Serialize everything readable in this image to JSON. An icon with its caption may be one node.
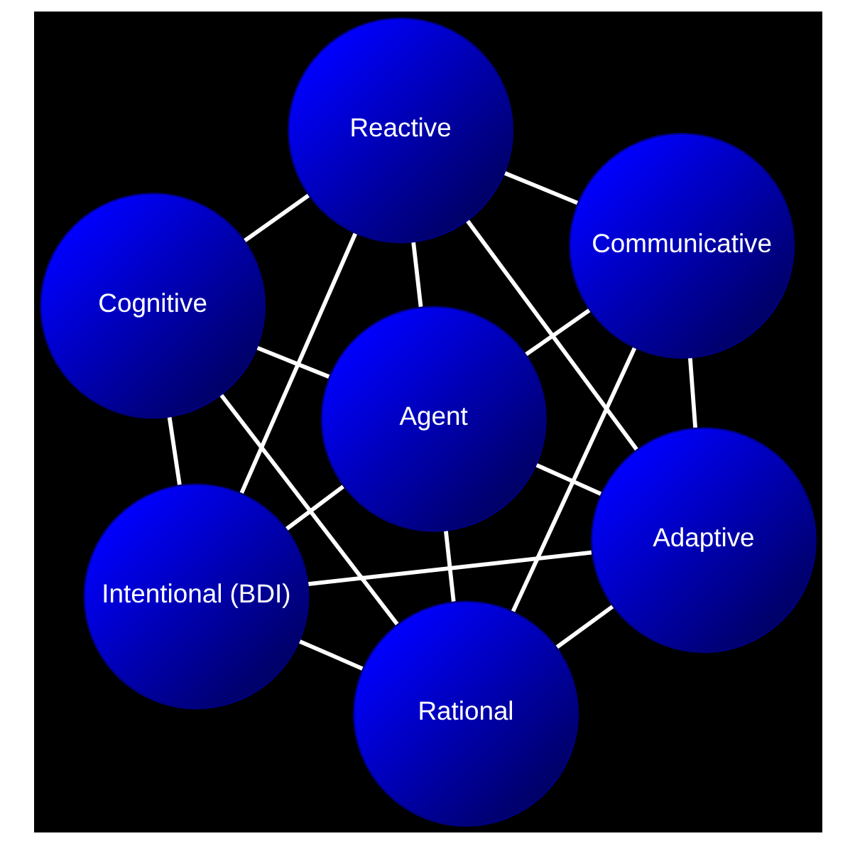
{
  "diagram": {
    "nodes": [
      {
        "text": [
          "Reactive"
        ]
      },
      {
        "text": [
          "Communicative"
        ]
      },
      {
        "text": [
          "Cognitive"
        ]
      },
      {
        "text": [
          "Agent"
        ]
      },
      {
        "text": [
          "Adaptive"
        ]
      },
      {
        "text": [
          "Intentional (BDI)"
        ]
      },
      {
        "text": [
          "Rational"
        ]
      }
    ],
    "edges": [
      {
        "from": 0,
        "to": 1,
        "arrow": "none"
      },
      {
        "from": 0,
        "to": 2,
        "arrow": "none"
      },
      {
        "from": 0,
        "to": 3,
        "arrow": "none"
      },
      {
        "from": 0,
        "to": 4,
        "arrow": "none"
      },
      {
        "from": 0,
        "to": 5,
        "arrow": "none"
      },
      {
        "from": 1,
        "to": 3,
        "arrow": "none"
      },
      {
        "from": 1,
        "to": 4,
        "arrow": "none"
      },
      {
        "from": 1,
        "to": 6,
        "arrow": "none"
      },
      {
        "from": 2,
        "to": 3,
        "arrow": "none"
      },
      {
        "from": 2,
        "to": 5,
        "arrow": "none"
      },
      {
        "from": 2,
        "to": 6,
        "arrow": "none"
      },
      {
        "from": 3,
        "to": 4,
        "arrow": "none"
      },
      {
        "from": 3,
        "to": 5,
        "arrow": "none"
      },
      {
        "from": 3,
        "to": 6,
        "arrow": "none"
      },
      {
        "from": 4,
        "to": 5,
        "arrow": "none"
      },
      {
        "from": 4,
        "to": 6,
        "arrow": "none"
      },
      {
        "from": 5,
        "to": 6,
        "arrow": "none"
      }
    ]
  }
}
